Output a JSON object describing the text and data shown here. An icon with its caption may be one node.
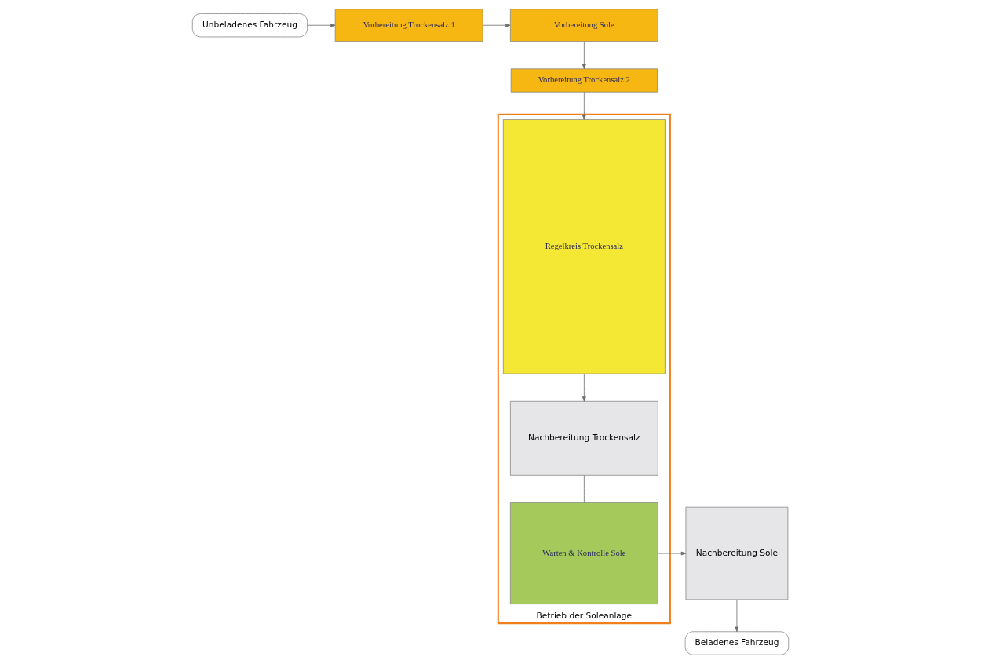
{
  "diagram": {
    "nodes": [
      {
        "text": [
          "Unbeladenes Fahrzeug"
        ]
      },
      {
        "text": [
          "Vorbereitung Trockensalz 1"
        ]
      },
      {
        "text": [
          "Vorbereitung Sole"
        ]
      },
      {
        "text": [
          "Betrieb der Soleanlage"
        ]
      },
      {
        "text": [
          "Vorbereitung Trockensalz 2"
        ]
      },
      {
        "text": [
          "Nachbereitung Trockensalz"
        ],
        "in": 3
      },
      {
        "text": [
          "Regelkreis Trockensalz"
        ],
        "in": 3
      },
      {
        "text": [
          "Warten & Kontrolle Sole"
        ],
        "in": 3
      },
      {
        "text": [
          "Nachbereitung Sole"
        ]
      },
      {
        "text": [
          "Beladenes Fahrzeug"
        ]
      }
    ],
    "edges": [
      {
        "from": 0,
        "to": 1,
        "arrow": "to"
      },
      {
        "from": 1,
        "to": 2,
        "arrow": "to"
      },
      {
        "from": 2,
        "to": 4,
        "arrow": "to"
      },
      {
        "from": 4,
        "to": 6,
        "arrow": "to"
      },
      {
        "from": 6,
        "to": 5,
        "arrow": "to"
      },
      {
        "from": 5,
        "to": 7,
        "arrow": "none"
      },
      {
        "from": 7,
        "to": 8,
        "arrow": "to"
      },
      {
        "from": 8,
        "to": 9,
        "arrow": "to"
      }
    ]
  }
}
